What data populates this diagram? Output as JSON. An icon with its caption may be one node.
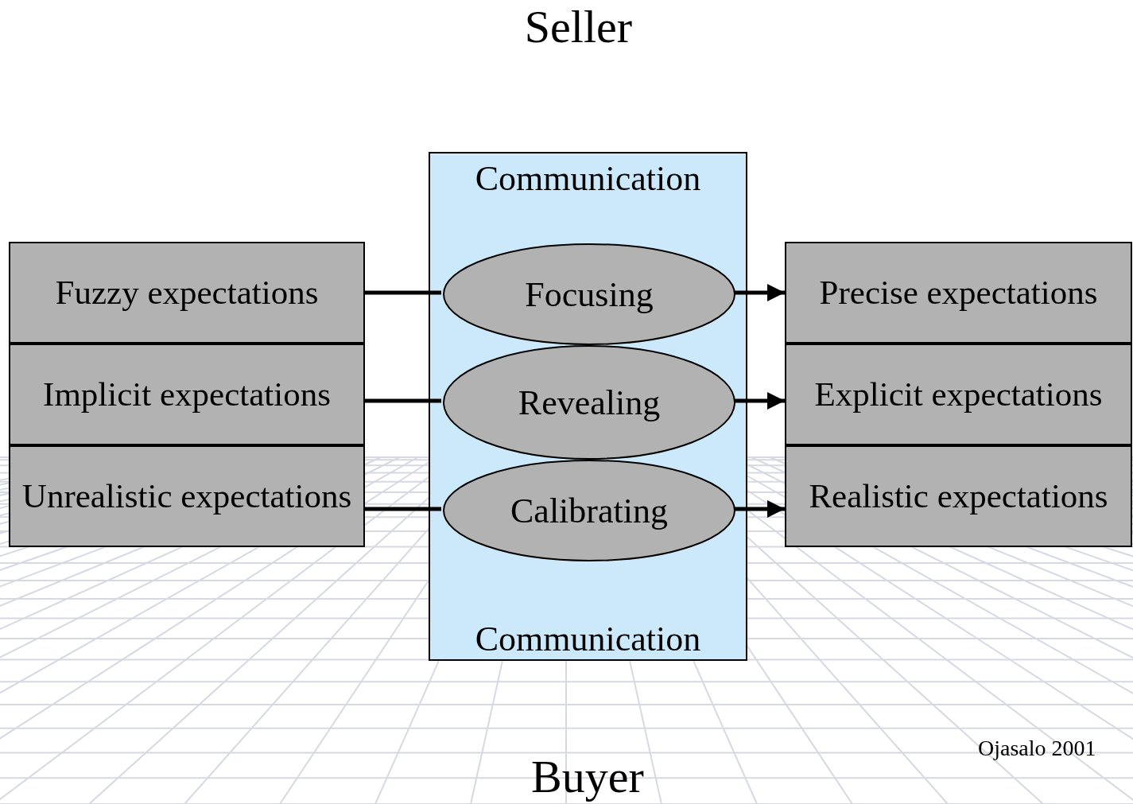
{
  "diagram": {
    "title": "Seller",
    "nodes": [
      {
        "text": [
          "Fuzzy expectations"
        ]
      },
      {
        "text": [
          "Implicit expectations"
        ]
      },
      {
        "text": [
          "Unrealistic expectations"
        ]
      },
      {
        "text": [
          "Communication",
          "Communication"
        ]
      },
      {
        "text": [
          "Focusing"
        ],
        "in": 3
      },
      {
        "text": [
          "Revealing"
        ],
        "in": 3
      },
      {
        "text": [
          "Calibrating"
        ],
        "in": 3
      },
      {
        "text": [
          "Precise expectations"
        ]
      },
      {
        "text": [
          "Explicit expectations"
        ]
      },
      {
        "text": [
          "Realistic expectations"
        ]
      }
    ],
    "edges": [
      {
        "from": 0,
        "to": 4,
        "arrow": "none"
      },
      {
        "from": 1,
        "to": 5,
        "arrow": "none"
      },
      {
        "from": 2,
        "to": 6,
        "arrow": "none"
      },
      {
        "from": 4,
        "to": 7,
        "arrow": "to"
      },
      {
        "from": 5,
        "to": 8,
        "arrow": "to"
      },
      {
        "from": 6,
        "to": 9,
        "arrow": "to"
      }
    ],
    "labels": [
      "Ojasalo 2001",
      "Buyer"
    ]
  }
}
